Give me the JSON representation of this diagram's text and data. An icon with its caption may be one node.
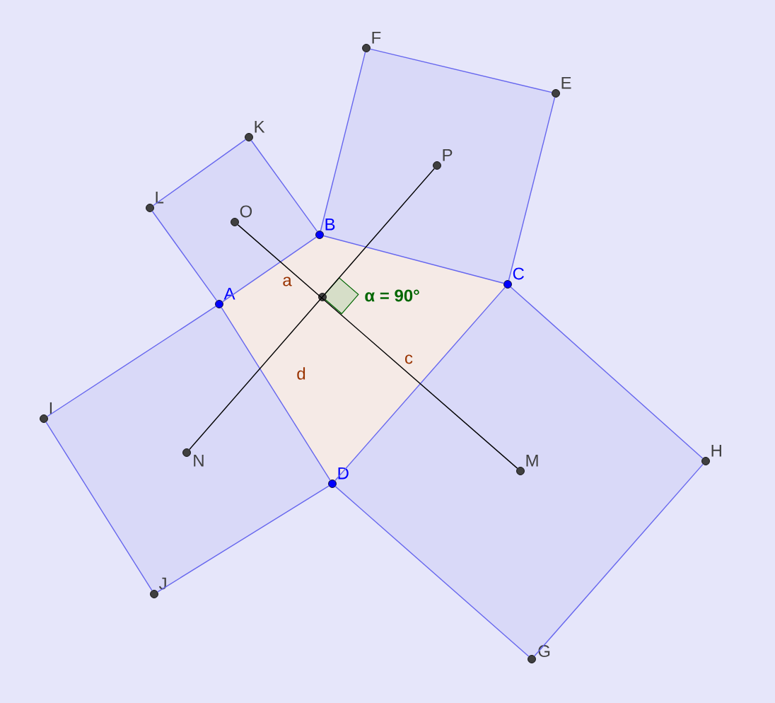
{
  "diagram": {
    "nodes": [
      {
        "text": [
          "A"
        ]
      },
      {
        "text": [
          "B"
        ]
      },
      {
        "text": [
          "C"
        ]
      },
      {
        "text": [
          "D"
        ]
      },
      {
        "text": [
          "E"
        ]
      },
      {
        "text": [
          "F"
        ]
      },
      {
        "text": [
          "G"
        ]
      },
      {
        "text": [
          "H"
        ]
      },
      {
        "text": [
          "I"
        ]
      },
      {
        "text": [
          "J"
        ]
      },
      {
        "text": [
          "K"
        ]
      },
      {
        "text": [
          "L"
        ]
      },
      {
        "text": [
          "M"
        ]
      },
      {
        "text": [
          "N"
        ]
      },
      {
        "text": [
          "O"
        ]
      },
      {
        "text": [
          "P"
        ]
      },
      {
        "text": [],
        "shape": "circle"
      }
    ],
    "edges": [
      {
        "from": 0,
        "to": 1,
        "arrow": "none"
      },
      {
        "from": 1,
        "to": 2,
        "arrow": "none"
      },
      {
        "from": 2,
        "to": 3,
        "arrow": "none"
      },
      {
        "from": 3,
        "to": 0,
        "arrow": "none"
      },
      {
        "from": 1,
        "to": 10,
        "arrow": "none"
      },
      {
        "from": 10,
        "to": 11,
        "arrow": "none"
      },
      {
        "from": 11,
        "to": 0,
        "arrow": "none"
      },
      {
        "from": 2,
        "to": 4,
        "arrow": "none"
      },
      {
        "from": 4,
        "to": 5,
        "arrow": "none"
      },
      {
        "from": 5,
        "to": 1,
        "arrow": "none"
      },
      {
        "from": 3,
        "to": 6,
        "arrow": "none"
      },
      {
        "from": 6,
        "to": 7,
        "arrow": "none"
      },
      {
        "from": 7,
        "to": 2,
        "arrow": "none"
      },
      {
        "from": 0,
        "to": 8,
        "arrow": "none"
      },
      {
        "from": 8,
        "to": 9,
        "arrow": "none"
      },
      {
        "from": 9,
        "to": 3,
        "arrow": "none"
      },
      {
        "from": 14,
        "to": 12,
        "arrow": "none",
        "color": "#000000"
      },
      {
        "from": 13,
        "to": 15,
        "arrow": "none",
        "color": "#000000"
      }
    ],
    "labels": [
      "a",
      "α = 90°",
      "d",
      "c"
    ]
  }
}
